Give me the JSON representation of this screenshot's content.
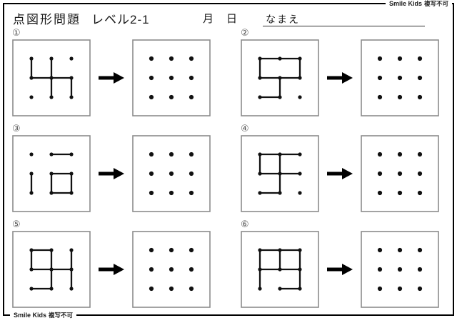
{
  "brand": {
    "name": "Smile Kids",
    "no_copy": "複写不可"
  },
  "header": {
    "title": "点図形問題",
    "level": "レベル2-1",
    "month_label": "月",
    "day_label": "日",
    "name_label": "なまえ"
  },
  "footer": {
    "name": "Smile Kids",
    "no_copy": "複写不可"
  },
  "dot_grid": {
    "rows": 3,
    "cols": 3
  },
  "colors": {
    "line": "#111111",
    "dot": "#111111",
    "box_border": "#8c8c8c",
    "frame": "#000000"
  },
  "puzzles": [
    {
      "label": "①",
      "edges": [
        [
          [
            0,
            0
          ],
          [
            0,
            1
          ]
        ],
        [
          [
            0,
            1
          ],
          [
            2,
            1
          ]
        ],
        [
          [
            1,
            0
          ],
          [
            1,
            2
          ]
        ],
        [
          [
            2,
            1
          ],
          [
            2,
            2
          ]
        ]
      ]
    },
    {
      "label": "②",
      "edges": [
        [
          [
            0,
            0
          ],
          [
            2,
            0
          ]
        ],
        [
          [
            0,
            0
          ],
          [
            0,
            1
          ]
        ],
        [
          [
            2,
            0
          ],
          [
            2,
            1
          ]
        ],
        [
          [
            0,
            1
          ],
          [
            2,
            1
          ]
        ],
        [
          [
            1,
            1
          ],
          [
            1,
            2
          ]
        ],
        [
          [
            0,
            2
          ],
          [
            1,
            2
          ]
        ]
      ]
    },
    {
      "label": "③",
      "edges": [
        [
          [
            1,
            0
          ],
          [
            2,
            0
          ]
        ],
        [
          [
            0,
            1
          ],
          [
            0,
            2
          ]
        ],
        [
          [
            1,
            1
          ],
          [
            2,
            1
          ]
        ],
        [
          [
            2,
            1
          ],
          [
            2,
            2
          ]
        ],
        [
          [
            1,
            1
          ],
          [
            1,
            2
          ]
        ],
        [
          [
            1,
            2
          ],
          [
            2,
            2
          ]
        ]
      ]
    },
    {
      "label": "④",
      "edges": [
        [
          [
            0,
            0
          ],
          [
            2,
            0
          ]
        ],
        [
          [
            0,
            0
          ],
          [
            0,
            1
          ]
        ],
        [
          [
            0,
            1
          ],
          [
            2,
            1
          ]
        ],
        [
          [
            1,
            0
          ],
          [
            1,
            2
          ]
        ],
        [
          [
            0,
            2
          ],
          [
            1,
            2
          ]
        ]
      ]
    },
    {
      "label": "⑤",
      "edges": [
        [
          [
            0,
            0
          ],
          [
            1,
            0
          ]
        ],
        [
          [
            0,
            0
          ],
          [
            0,
            1
          ]
        ],
        [
          [
            0,
            1
          ],
          [
            2,
            1
          ]
        ],
        [
          [
            1,
            0
          ],
          [
            1,
            2
          ]
        ],
        [
          [
            2,
            0
          ],
          [
            2,
            2
          ]
        ],
        [
          [
            0,
            2
          ],
          [
            1,
            2
          ]
        ]
      ]
    },
    {
      "label": "⑥",
      "edges": [
        [
          [
            0,
            0
          ],
          [
            2,
            0
          ]
        ],
        [
          [
            0,
            0
          ],
          [
            0,
            2
          ]
        ],
        [
          [
            1,
            0
          ],
          [
            1,
            1
          ]
        ],
        [
          [
            0,
            1
          ],
          [
            2,
            1
          ]
        ],
        [
          [
            2,
            0
          ],
          [
            2,
            2
          ]
        ],
        [
          [
            1,
            2
          ],
          [
            2,
            2
          ]
        ]
      ]
    }
  ]
}
